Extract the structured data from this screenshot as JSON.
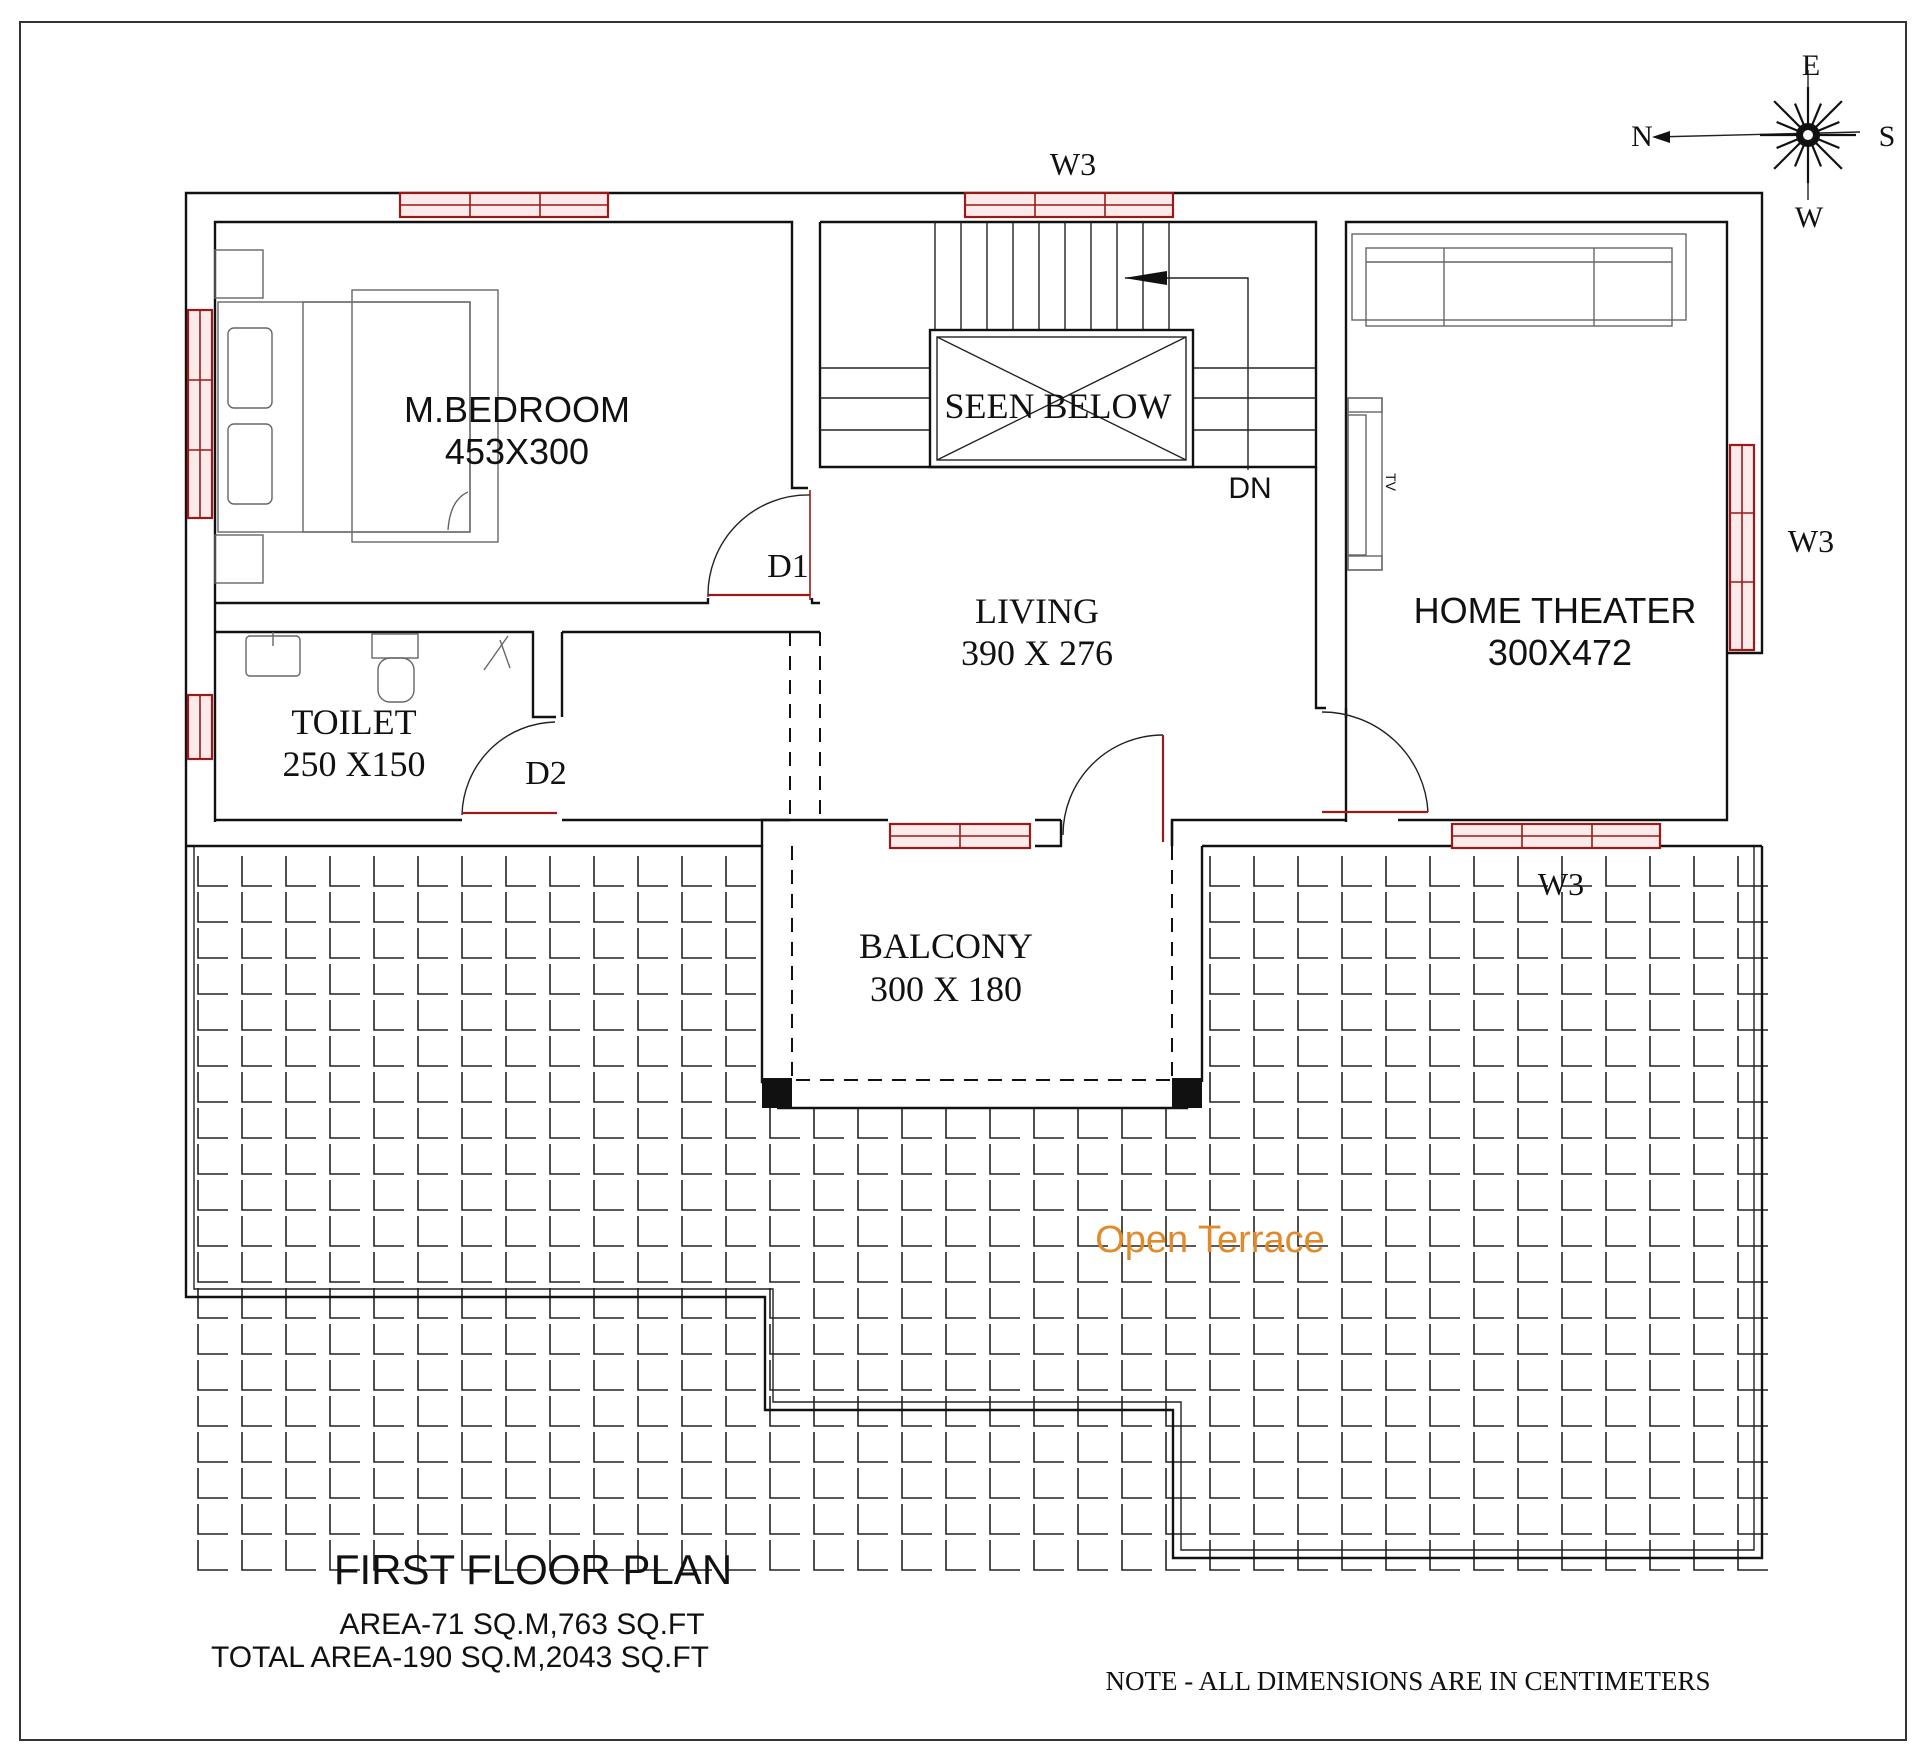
{
  "rooms": {
    "bedroom": {
      "name": "M.BEDROOM",
      "size": "453X300"
    },
    "toilet": {
      "name": "TOILET",
      "size": "250 X150"
    },
    "living": {
      "name": "LIVING",
      "size": "390 X 276"
    },
    "theater": {
      "name": "HOME THEATER",
      "size": "300X472"
    },
    "balcony": {
      "name": "BALCONY",
      "size": "300 X 180"
    },
    "terrace": {
      "name": "Open Terrace"
    },
    "stair_void": "SEEN BELOW",
    "stair_dir": "DN",
    "tv_label": "TV"
  },
  "labels": {
    "w3_top": "W3",
    "w3_right": "W3",
    "w3_bottom": "W3",
    "d1": "D1",
    "d2": "D2"
  },
  "compass": {
    "north": "N",
    "east": "E",
    "south": "S",
    "west": "W"
  },
  "plan_info": {
    "title": "FIRST FLOOR PLAN",
    "area": "AREA-71 SQ.M,763 SQ.FT",
    "total_area": "TOTAL AREA-190 SQ.M,2043 SQ.FT",
    "note": "NOTE - ALL DIMENSIONS ARE IN CENTIMETERS"
  },
  "colors": {
    "wall": "#111111",
    "window": "#9a1a1a",
    "terrace_label": "#e08a2c"
  }
}
